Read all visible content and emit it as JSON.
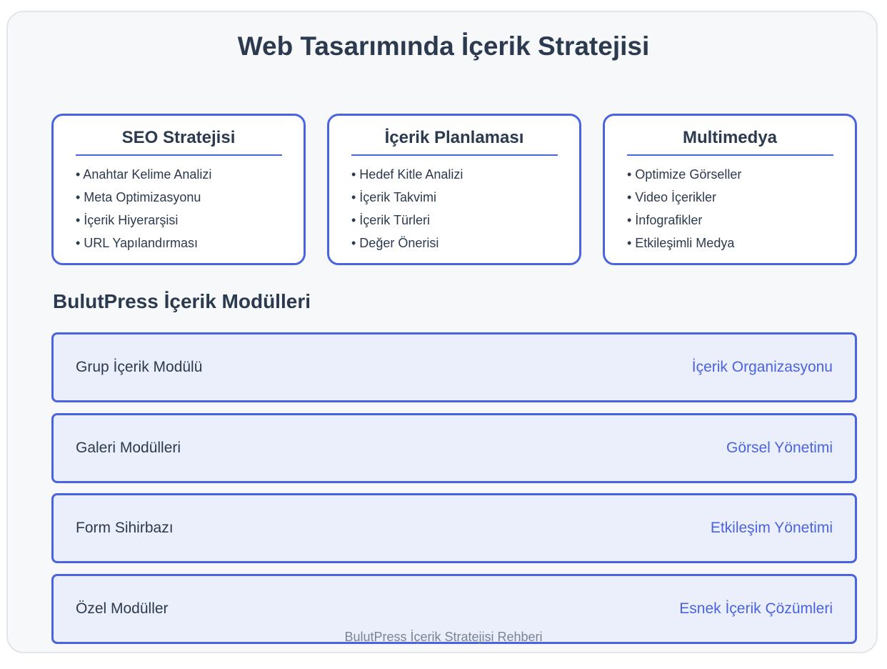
{
  "title": "Web Tasarımında İçerik Stratejisi",
  "cards": [
    {
      "title": "SEO Stratejisi",
      "items": [
        "• Anahtar Kelime Analizi",
        "• Meta Optimizasyonu",
        "• İçerik Hiyerarşisi",
        "• URL Yapılandırması"
      ]
    },
    {
      "title": "İçerik Planlaması",
      "items": [
        "• Hedef Kitle Analizi",
        "• İçerik Takvimi",
        "• İçerik Türleri",
        "• Değer Önerisi"
      ]
    },
    {
      "title": "Multimedya",
      "items": [
        "• Optimize Görseller",
        "• Video İçerikler",
        "• İnfografikler",
        "• Etkileşimli Medya"
      ]
    }
  ],
  "modules": {
    "title": "BulutPress İçerik Modülleri",
    "rows": [
      {
        "name": "Grup İçerik Modülü",
        "tag": "İçerik Organizasyonu"
      },
      {
        "name": "Galeri Modülleri",
        "tag": "Görsel Yönetimi"
      },
      {
        "name": "Form Sihirbazı",
        "tag": "Etkileşim Yönetimi"
      },
      {
        "name": "Özel Modüller",
        "tag": "Esnek İçerik Çözümleri"
      }
    ]
  },
  "footer": "BulutPress İçerik Stratejisi Rehberi",
  "colors": {
    "accent": "#4a63e0",
    "heading": "#2b3a4e",
    "module_fill": "#ebeffc",
    "background": "#f7f8fa"
  }
}
